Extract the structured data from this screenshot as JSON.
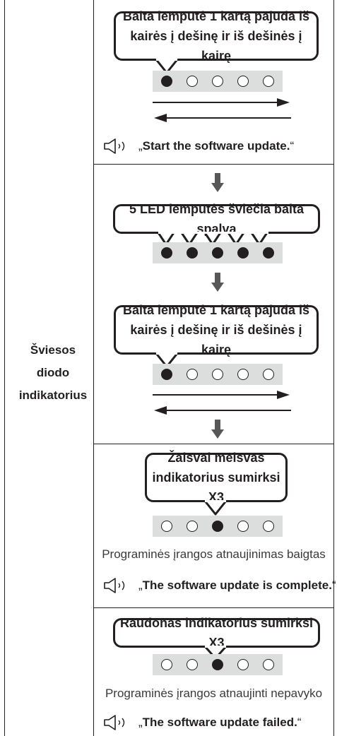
{
  "left_label": [
    "Šviesos",
    "diodo",
    "indikatorius"
  ],
  "section1": {
    "bubble": [
      "Balta lemputė 1 kartą pajuda iš",
      "kairės į dešinę ir iš dešinės į kairę"
    ],
    "leds": [
      1,
      0,
      0,
      0,
      0
    ],
    "voice": "Start the software update."
  },
  "section2": {
    "bubble1": "5 LED lemputės šviečia balta spalva",
    "leds1": [
      1,
      1,
      1,
      1,
      1
    ],
    "bubble2": [
      "Balta lemputė 1 kartą pajuda iš",
      "kairės į dešinę ir iš dešinės į kairę"
    ],
    "leds2": [
      1,
      0,
      0,
      0,
      0
    ]
  },
  "section3": {
    "bubble": [
      "Žalsvai melsvas",
      "indikatorius sumirksi X3"
    ],
    "leds": [
      0,
      0,
      1,
      0,
      0
    ],
    "caption": "Programinės įrangos atnaujinimas baigtas",
    "voice": "The software update is complete."
  },
  "section4": {
    "bubble": "Raudonas indikatorius sumirksi X3",
    "leds": [
      0,
      0,
      1,
      0,
      0
    ],
    "caption": "Programinės įrangos atnaujinti nepavyko",
    "voice": "The software update failed."
  },
  "quote_open": "„",
  "quote_close": "“",
  "icons": {
    "speaker": "speaker-icon",
    "down": "down-arrow-icon",
    "lr": "left-right-arrows-icon"
  }
}
